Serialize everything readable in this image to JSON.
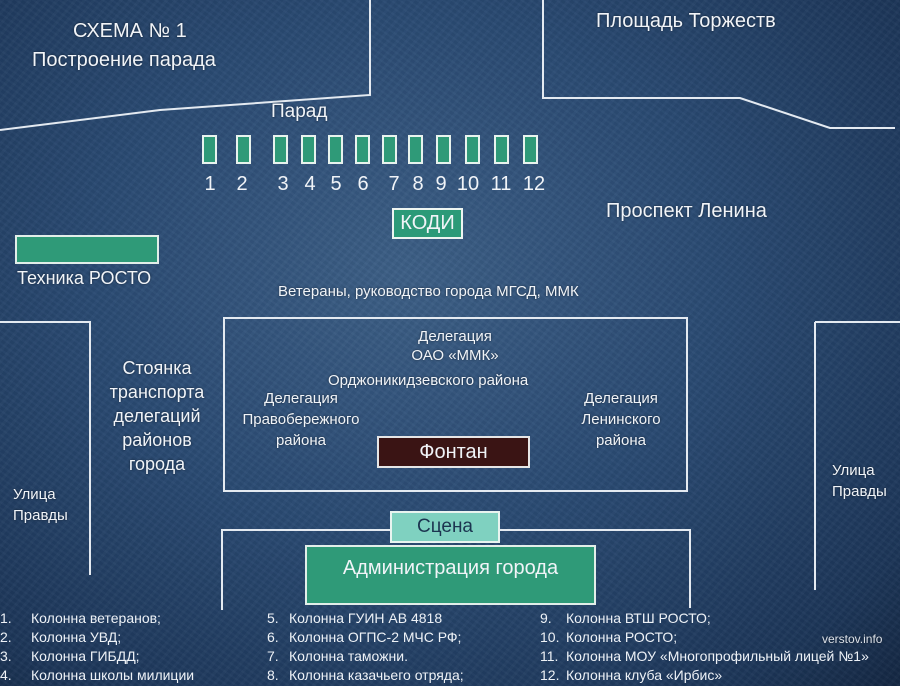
{
  "title": "СХЕМА № 1",
  "subtitle": "Построение парада",
  "square_label": "Площадь Торжеств",
  "parade_label": "Парад",
  "column_numbers": [
    "1",
    "2",
    "3",
    "4",
    "5",
    "6",
    "7",
    "8",
    "9",
    "10",
    "11",
    "12"
  ],
  "kodi_label": "КОДИ",
  "avenue_label": "Проспект Ленина",
  "tech_label": "Техника РОСТО",
  "veterans_label": "Ветераны, руководство города МГСД, ММК",
  "delegation_center": [
    "Делегация",
    "ОАО «ММК»",
    "Орджоникидзевского района"
  ],
  "delegation_left": [
    "Делегация",
    "Правобережного",
    "района"
  ],
  "delegation_right": [
    "Делегация",
    "Ленинского",
    "района"
  ],
  "fountain_label": "Фонтан",
  "parking_label": [
    "Стоянка",
    "транспорта",
    "делегаций",
    "районов",
    "города"
  ],
  "street_left": [
    "Улица",
    "Правды"
  ],
  "street_right": [
    "Улица",
    "Правды"
  ],
  "stage_label": "Сцена",
  "admin_label": "Администрация города",
  "watermark": "verstov.info",
  "legend": [
    {
      "num": "1.",
      "text": "Колонна ветеранов;"
    },
    {
      "num": "2.",
      "text": "Колонна  УВД;"
    },
    {
      "num": "3.",
      "text": "Колонна ГИБДД;"
    },
    {
      "num": "4.",
      "text": "Колонна школы милиции"
    },
    {
      "num": "5.",
      "text": "Колонна ГУИН АВ 4818"
    },
    {
      "num": "6.",
      "text": "Колонна ОГПС-2 МЧС РФ;"
    },
    {
      "num": "7.",
      "text": "Колонна  таможни."
    },
    {
      "num": "8.",
      "text": "Колонна казачьего отряда;"
    },
    {
      "num": "9.",
      "text": "Колонна ВТШ РОСТО;"
    },
    {
      "num": "10.",
      "text": "Колонна РОСТО;"
    },
    {
      "num": "11.",
      "text": "Колонна МОУ «Многопрофильный лицей №1»"
    },
    {
      "num": "12.",
      "text": "Колонна клуба «Ирбис»"
    }
  ],
  "colors": {
    "background": "#2a4a72",
    "green_block": "#2f9a78",
    "kodi_block": "#2c9a78",
    "stage_block": "#7fd1c0",
    "fountain_block": "#3a1414",
    "lines": "#e8edf3"
  }
}
